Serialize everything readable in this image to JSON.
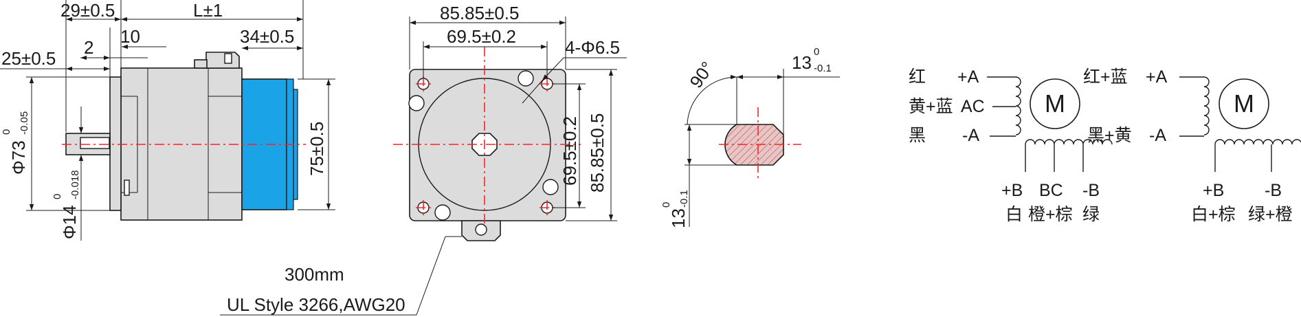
{
  "side_view": {
    "dim_29": "29±0.5",
    "dim_L": "L±1",
    "dim_34": "34±0.5",
    "dim_25": "25±0.5",
    "dim_2": "2",
    "dim_10": "10",
    "dim_73_base": "Φ73",
    "dim_73_upper": "0",
    "dim_73_lower": "-0.05",
    "dim_14_base": "Φ14",
    "dim_14_upper": "0",
    "dim_14_lower": "-0.018",
    "dim_75": "75±0.5"
  },
  "front_view": {
    "dim_85_top": "85.85±0.5",
    "dim_69_top": "69.5±0.2",
    "dim_holes": "4-Φ6.5",
    "dim_69_side": "69.5±0.2",
    "dim_85_side": "85.85±0.5"
  },
  "cable": {
    "length": "300mm",
    "spec": "UL Style 3266,AWG20"
  },
  "shaft_view": {
    "angle": "90°",
    "dim_13_base": "13",
    "dim_13_upper": "0",
    "dim_13_lower": "-0.1",
    "dim_13v_base": "13",
    "dim_13v_upper": "0",
    "dim_13v_lower": "-0.1"
  },
  "wiring_left": {
    "color_a_plus": "红",
    "color_ac": "黄+蓝",
    "color_a_minus": "黑",
    "term_a_plus": "+A",
    "term_ac": "AC",
    "term_a_minus": "-A",
    "term_b_plus": "+B",
    "term_bc": "BC",
    "term_b_minus": "-B",
    "color_b_plus": "白",
    "color_bc": "橙+棕",
    "color_b_minus": "绿",
    "motor": "M"
  },
  "wiring_right": {
    "color_a_plus": "红+蓝",
    "color_a_minus": "黑+黄",
    "term_a_plus": "+A",
    "term_a_minus": "-A",
    "term_b_plus": "+B",
    "term_b_minus": "-B",
    "color_b_plus": "白+棕",
    "color_b_minus": "绿+橙",
    "motor": "M"
  },
  "colors": {
    "centerline": "#ff2020",
    "motor_body": "#dcdcdc",
    "encoder": "#1ba3e8",
    "shaft_hatch": "#e8a0a0"
  }
}
